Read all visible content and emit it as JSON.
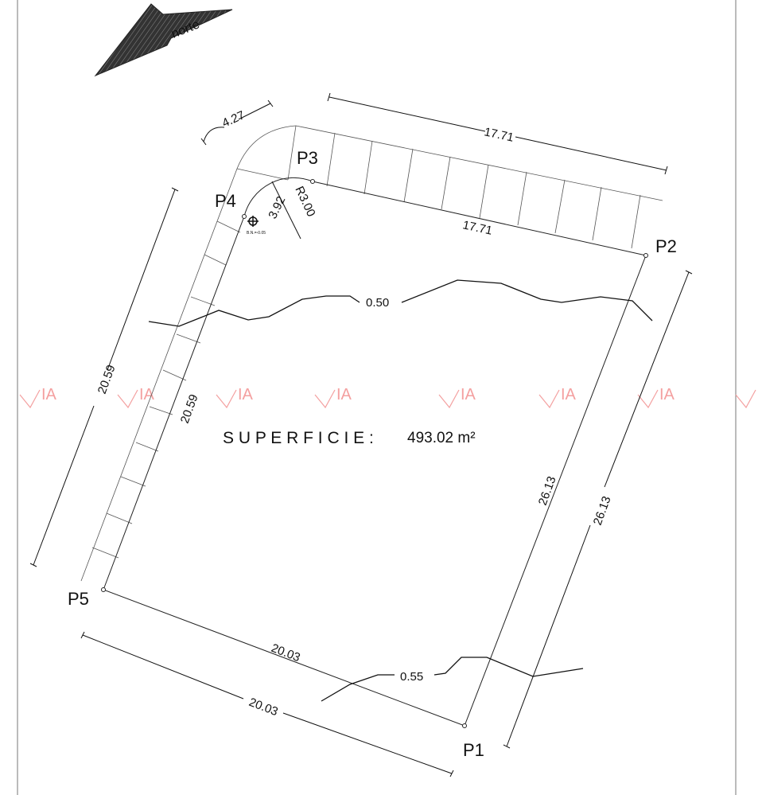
{
  "north_label": "norte",
  "points": {
    "p1": "P1",
    "p2": "P2",
    "p3": "P3",
    "p4": "P4",
    "p5": "P5"
  },
  "dimensions": {
    "arc_length": "4.27",
    "top_outer": "17.71",
    "top_inner": "17.71",
    "radius": "R3.00",
    "chord": "3.92",
    "left_outer": "20.59",
    "left_inner": "20.59",
    "right_inner": "26.13",
    "right_outer": "26.13",
    "bottom_inner": "20.03",
    "bottom_outer": "20.03"
  },
  "contours": {
    "upper": "0.50",
    "lower": "0.55"
  },
  "benchmark_label": "B.N.=-0.05",
  "area": {
    "label": "S U P E R F I C I E :",
    "value": "493.02 m²"
  },
  "watermark_text": "IA",
  "colors": {
    "lines": "#222222",
    "watermark": "#f4a0a0",
    "background": "#ffffff"
  }
}
